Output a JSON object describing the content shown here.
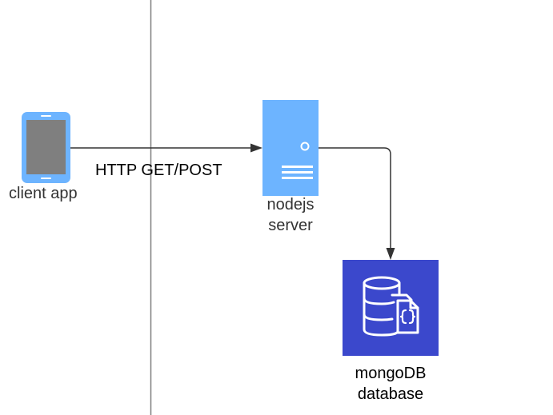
{
  "nodes": {
    "client": {
      "label": "client app",
      "icon": "mobile-phone-icon",
      "color": "#6db4ff",
      "screen_color": "#7f7f7f"
    },
    "server": {
      "label_line1": "nodejs",
      "label_line2": "server",
      "icon": "server-icon",
      "color": "#6db4ff"
    },
    "database": {
      "label_line1": "mongoDB",
      "label_line2": "database",
      "icon": "document-database-icon",
      "color": "#3b48cc"
    }
  },
  "edges": {
    "client_to_server": {
      "label": "HTTP GET/POST"
    }
  },
  "colors": {
    "line": "#333333",
    "divider": "#7f7f7f"
  }
}
